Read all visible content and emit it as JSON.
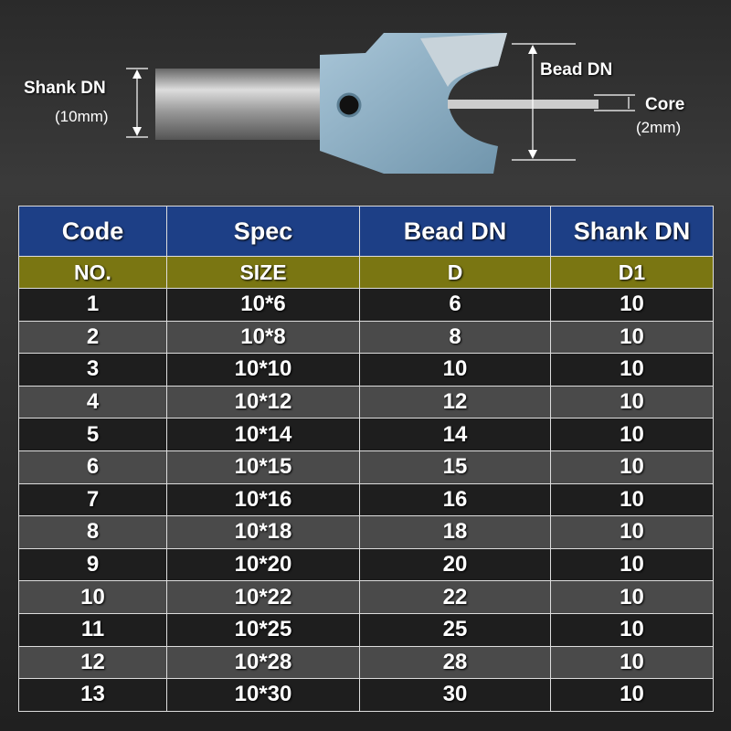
{
  "diagram": {
    "shank_label": "Shank DN",
    "shank_size": "(10mm)",
    "bead_label": "Bead DN",
    "core_label": "Core",
    "core_size": "(2mm)"
  },
  "table": {
    "headers": [
      "Code",
      "Spec",
      "Bead DN",
      "Shank DN"
    ],
    "subheaders": [
      "NO.",
      "SIZE",
      "D",
      "D1"
    ],
    "rows": [
      [
        "1",
        "10*6",
        "6",
        "10"
      ],
      [
        "2",
        "10*8",
        "8",
        "10"
      ],
      [
        "3",
        "10*10",
        "10",
        "10"
      ],
      [
        "4",
        "10*12",
        "12",
        "10"
      ],
      [
        "5",
        "10*14",
        "14",
        "10"
      ],
      [
        "6",
        "10*15",
        "15",
        "10"
      ],
      [
        "7",
        "10*16",
        "16",
        "10"
      ],
      [
        "8",
        "10*18",
        "18",
        "10"
      ],
      [
        "9",
        "10*20",
        "20",
        "10"
      ],
      [
        "10",
        "10*22",
        "22",
        "10"
      ],
      [
        "11",
        "10*25",
        "25",
        "10"
      ],
      [
        "12",
        "10*28",
        "28",
        "10"
      ],
      [
        "13",
        "10*30",
        "30",
        "10"
      ]
    ]
  }
}
